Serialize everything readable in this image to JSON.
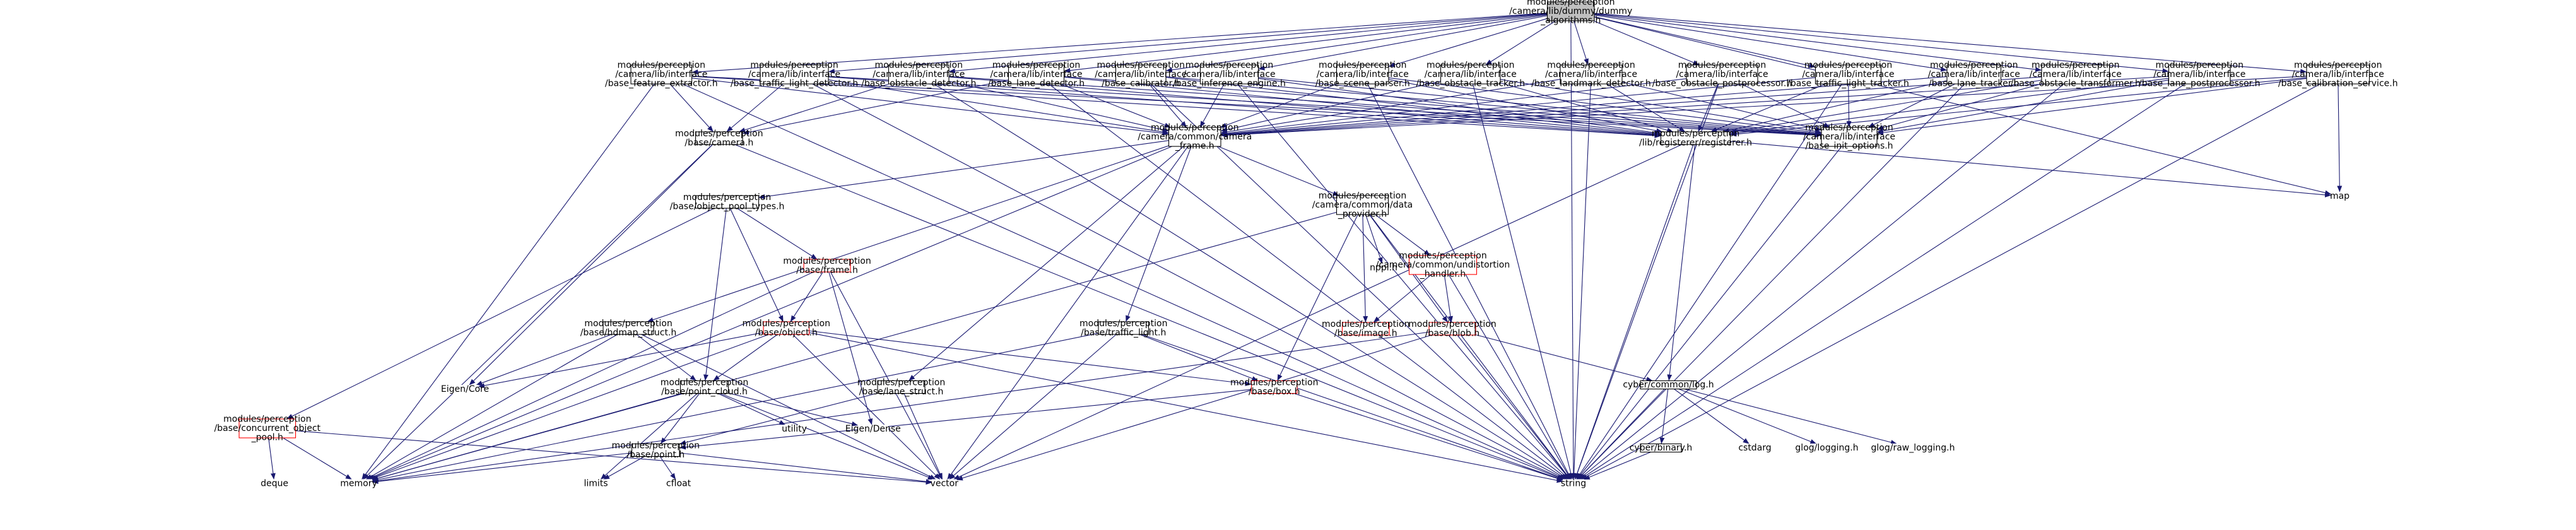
{
  "graph": {
    "colors": {
      "edge": "#191970",
      "node_border": "#000000",
      "node_border_red": "#ff0000",
      "root_fill": "#bfbfbf",
      "node_fill": "#ffffff",
      "node_text": "#000000"
    },
    "nodes": [
      {
        "id": "root",
        "lines": [
          "modules/perception",
          "/camera/lib/dummy/dummy",
          "_algorithms.h"
        ],
        "style": "root"
      },
      {
        "id": "feat",
        "lines": [
          "modules/perception",
          "/camera/lib/interface",
          "/base_feature_extractor.h"
        ],
        "style": "normal"
      },
      {
        "id": "tld",
        "lines": [
          "modules/perception",
          "/camera/lib/interface",
          "/base_traffic_light_detector.h"
        ],
        "style": "normal"
      },
      {
        "id": "obsdet",
        "lines": [
          "modules/perception",
          "/camera/lib/interface",
          "/base_obstacle_detector.h"
        ],
        "style": "normal"
      },
      {
        "id": "lanedet",
        "lines": [
          "modules/perception",
          "/camera/lib/interface",
          "/base_lane_detector.h"
        ],
        "style": "normal"
      },
      {
        "id": "calib",
        "lines": [
          "modules/perception",
          "/camera/lib/interface",
          "/base_calibrator.h"
        ],
        "style": "normal"
      },
      {
        "id": "infer",
        "lines": [
          "modules/perception",
          "/camera/lib/interface",
          "/base_inference_engine.h"
        ],
        "style": "normal"
      },
      {
        "id": "scene",
        "lines": [
          "modules/perception",
          "/camera/lib/interface",
          "/base_scene_parser.h"
        ],
        "style": "normal"
      },
      {
        "id": "obstrk",
        "lines": [
          "modules/perception",
          "/camera/lib/interface",
          "/base_obstacle_tracker.h"
        ],
        "style": "normal"
      },
      {
        "id": "lmk",
        "lines": [
          "modules/perception",
          "/camera/lib/interface",
          "/base_landmark_detector.h"
        ],
        "style": "normal"
      },
      {
        "id": "obspost",
        "lines": [
          "modules/perception",
          "/camera/lib/interface",
          "/base_obstacle_postprocessor.h"
        ],
        "style": "normal"
      },
      {
        "id": "tltrk",
        "lines": [
          "modules/perception",
          "/camera/lib/interface",
          "/base_traffic_light_tracker.h"
        ],
        "style": "normal"
      },
      {
        "id": "lanetrk",
        "lines": [
          "modules/perception",
          "/camera/lib/interface",
          "/base_lane_tracker.h"
        ],
        "style": "normal"
      },
      {
        "id": "obstrans",
        "lines": [
          "modules/perception",
          "/camera/lib/interface",
          "/base_obstacle_transformer.h"
        ],
        "style": "normal"
      },
      {
        "id": "lanepost",
        "lines": [
          "modules/perception",
          "/camera/lib/interface",
          "/base_lane_postprocessor.h"
        ],
        "style": "normal"
      },
      {
        "id": "calsvc",
        "lines": [
          "modules/perception",
          "/camera/lib/interface",
          "/base_calibration_service.h"
        ],
        "style": "normal"
      },
      {
        "id": "basecam",
        "lines": [
          "modules/perception",
          "/base/camera.h"
        ],
        "style": "normal"
      },
      {
        "id": "camframe",
        "lines": [
          "modules/perception",
          "/camera/common/camera",
          "_frame.h"
        ],
        "style": "normal"
      },
      {
        "id": "registerer",
        "lines": [
          "modules/perception",
          "/lib/registerer/registerer.h"
        ],
        "style": "normal"
      },
      {
        "id": "initopt",
        "lines": [
          "modules/perception",
          "/camera/lib/interface",
          "/base_init_options.h"
        ],
        "style": "normal"
      },
      {
        "id": "objpool",
        "lines": [
          "modules/perception",
          "/base/object_pool_types.h"
        ],
        "style": "normal"
      },
      {
        "id": "dataprov",
        "lines": [
          "modules/perception",
          "/camera/common/data",
          "_provider.h"
        ],
        "style": "normal"
      },
      {
        "id": "frame",
        "lines": [
          "modules/perception",
          "/base/frame.h"
        ],
        "style": "red"
      },
      {
        "id": "nppi",
        "lines": [
          "nppi.h"
        ],
        "style": "plain"
      },
      {
        "id": "undist",
        "lines": [
          "modules/perception",
          "/camera/common/undistortion",
          "_handler.h"
        ],
        "style": "red"
      },
      {
        "id": "hdmap",
        "lines": [
          "modules/perception",
          "/base/hdmap_struct.h"
        ],
        "style": "normal"
      },
      {
        "id": "object",
        "lines": [
          "modules/perception",
          "/base/object.h"
        ],
        "style": "red"
      },
      {
        "id": "tl",
        "lines": [
          "modules/perception",
          "/base/traffic_light.h"
        ],
        "style": "normal"
      },
      {
        "id": "image",
        "lines": [
          "modules/perception",
          "/base/image.h"
        ],
        "style": "red"
      },
      {
        "id": "blob",
        "lines": [
          "modules/perception",
          "/base/blob.h"
        ],
        "style": "red"
      },
      {
        "id": "eigencore",
        "lines": [
          "Eigen/Core"
        ],
        "style": "plain"
      },
      {
        "id": "ptcloud",
        "lines": [
          "modules/perception",
          "/base/point_cloud.h"
        ],
        "style": "normal"
      },
      {
        "id": "lanestruct",
        "lines": [
          "modules/perception",
          "/base/lane_struct.h"
        ],
        "style": "normal"
      },
      {
        "id": "box",
        "lines": [
          "modules/perception",
          "/base/box.h"
        ],
        "style": "red"
      },
      {
        "id": "log",
        "lines": [
          "cyber/common/log.h"
        ],
        "style": "normal"
      },
      {
        "id": "concpool",
        "lines": [
          "modules/perception",
          "/base/concurrent_object",
          "_pool.h"
        ],
        "style": "red"
      },
      {
        "id": "utility",
        "lines": [
          "utility"
        ],
        "style": "plain"
      },
      {
        "id": "eigendense",
        "lines": [
          "Eigen/Dense"
        ],
        "style": "plain"
      },
      {
        "id": "point",
        "lines": [
          "modules/perception",
          "/base/point.h"
        ],
        "style": "normal"
      },
      {
        "id": "binary",
        "lines": [
          "cyber/binary.h"
        ],
        "style": "normal"
      },
      {
        "id": "cstdarg",
        "lines": [
          "cstdarg"
        ],
        "style": "plain"
      },
      {
        "id": "glog",
        "lines": [
          "glog/logging.h"
        ],
        "style": "plain"
      },
      {
        "id": "rawlog",
        "lines": [
          "glog/raw_logging.h"
        ],
        "style": "plain"
      },
      {
        "id": "map",
        "lines": [
          "map"
        ],
        "style": "plain"
      },
      {
        "id": "limits",
        "lines": [
          "limits"
        ],
        "style": "plain"
      },
      {
        "id": "cfloat",
        "lines": [
          "cfloat"
        ],
        "style": "plain"
      },
      {
        "id": "deque",
        "lines": [
          "deque"
        ],
        "style": "plain"
      },
      {
        "id": "memory",
        "lines": [
          "memory"
        ],
        "style": "plain"
      },
      {
        "id": "vector",
        "lines": [
          "vector"
        ],
        "style": "plain"
      },
      {
        "id": "string",
        "lines": [
          "string"
        ],
        "style": "plain"
      }
    ],
    "edges": [
      [
        "root",
        "feat"
      ],
      [
        "root",
        "tld"
      ],
      [
        "root",
        "obsdet"
      ],
      [
        "root",
        "lanedet"
      ],
      [
        "root",
        "calib"
      ],
      [
        "root",
        "infer"
      ],
      [
        "root",
        "scene"
      ],
      [
        "root",
        "obstrk"
      ],
      [
        "root",
        "lmk"
      ],
      [
        "root",
        "obspost"
      ],
      [
        "root",
        "tltrk"
      ],
      [
        "root",
        "lanetrk"
      ],
      [
        "root",
        "obstrans"
      ],
      [
        "root",
        "lanepost"
      ],
      [
        "root",
        "calsvc"
      ],
      [
        "root",
        "map"
      ],
      [
        "root",
        "string"
      ],
      [
        "feat",
        "basecam"
      ],
      [
        "feat",
        "camframe"
      ],
      [
        "feat",
        "registerer"
      ],
      [
        "feat",
        "initopt"
      ],
      [
        "feat",
        "memory"
      ],
      [
        "feat",
        "string"
      ],
      [
        "tld",
        "basecam"
      ],
      [
        "tld",
        "camframe"
      ],
      [
        "tld",
        "registerer"
      ],
      [
        "tld",
        "initopt"
      ],
      [
        "tld",
        "string"
      ],
      [
        "obsdet",
        "basecam"
      ],
      [
        "obsdet",
        "camframe"
      ],
      [
        "obsdet",
        "registerer"
      ],
      [
        "obsdet",
        "initopt"
      ],
      [
        "obsdet",
        "string"
      ],
      [
        "lanedet",
        "basecam"
      ],
      [
        "lanedet",
        "camframe"
      ],
      [
        "lanedet",
        "registerer"
      ],
      [
        "lanedet",
        "initopt"
      ],
      [
        "lanedet",
        "string"
      ],
      [
        "calib",
        "camframe"
      ],
      [
        "calib",
        "registerer"
      ],
      [
        "calib",
        "initopt"
      ],
      [
        "calib",
        "string"
      ],
      [
        "infer",
        "camframe"
      ],
      [
        "infer",
        "registerer"
      ],
      [
        "infer",
        "initopt"
      ],
      [
        "infer",
        "string"
      ],
      [
        "scene",
        "camframe"
      ],
      [
        "scene",
        "registerer"
      ],
      [
        "scene",
        "initopt"
      ],
      [
        "scene",
        "string"
      ],
      [
        "obstrk",
        "camframe"
      ],
      [
        "obstrk",
        "registerer"
      ],
      [
        "obstrk",
        "initopt"
      ],
      [
        "obstrk",
        "string"
      ],
      [
        "lmk",
        "camframe"
      ],
      [
        "lmk",
        "registerer"
      ],
      [
        "lmk",
        "initopt"
      ],
      [
        "lmk",
        "string"
      ],
      [
        "obspost",
        "camframe"
      ],
      [
        "obspost",
        "registerer"
      ],
      [
        "obspost",
        "initopt"
      ],
      [
        "obspost",
        "string"
      ],
      [
        "tltrk",
        "camframe"
      ],
      [
        "tltrk",
        "registerer"
      ],
      [
        "tltrk",
        "initopt"
      ],
      [
        "tltrk",
        "string"
      ],
      [
        "lanetrk",
        "camframe"
      ],
      [
        "lanetrk",
        "registerer"
      ],
      [
        "lanetrk",
        "initopt"
      ],
      [
        "lanetrk",
        "string"
      ],
      [
        "obstrans",
        "camframe"
      ],
      [
        "obstrans",
        "registerer"
      ],
      [
        "obstrans",
        "initopt"
      ],
      [
        "obstrans",
        "string"
      ],
      [
        "lanepost",
        "camframe"
      ],
      [
        "lanepost",
        "registerer"
      ],
      [
        "lanepost",
        "initopt"
      ],
      [
        "lanepost",
        "string"
      ],
      [
        "calsvc",
        "camframe"
      ],
      [
        "calsvc",
        "registerer"
      ],
      [
        "calsvc",
        "initopt"
      ],
      [
        "calsvc",
        "map"
      ],
      [
        "calsvc",
        "string"
      ],
      [
        "basecam",
        "eigencore"
      ],
      [
        "basecam",
        "memory"
      ],
      [
        "basecam",
        "string"
      ],
      [
        "camframe",
        "objpool"
      ],
      [
        "camframe",
        "dataprov"
      ],
      [
        "camframe",
        "hdmap"
      ],
      [
        "camframe",
        "tl"
      ],
      [
        "camframe",
        "lanestruct"
      ],
      [
        "camframe",
        "memory"
      ],
      [
        "camframe",
        "vector"
      ],
      [
        "registerer",
        "map"
      ],
      [
        "registerer",
        "log"
      ],
      [
        "registerer",
        "string"
      ],
      [
        "registerer",
        "vector"
      ],
      [
        "initopt",
        "string"
      ],
      [
        "objpool",
        "frame"
      ],
      [
        "objpool",
        "object"
      ],
      [
        "objpool",
        "ptcloud"
      ],
      [
        "objpool",
        "concpool"
      ],
      [
        "dataprov",
        "nppi"
      ],
      [
        "dataprov",
        "undist"
      ],
      [
        "dataprov",
        "image"
      ],
      [
        "dataprov",
        "blob"
      ],
      [
        "dataprov",
        "box"
      ],
      [
        "dataprov",
        "memory"
      ],
      [
        "dataprov",
        "string"
      ],
      [
        "frame",
        "object"
      ],
      [
        "frame",
        "eigendense"
      ],
      [
        "frame",
        "memory"
      ],
      [
        "frame",
        "vector"
      ],
      [
        "undist",
        "image"
      ],
      [
        "undist",
        "blob"
      ],
      [
        "undist",
        "string"
      ],
      [
        "hdmap",
        "eigencore"
      ],
      [
        "hdmap",
        "ptcloud"
      ],
      [
        "hdmap",
        "memory"
      ],
      [
        "hdmap",
        "vector"
      ],
      [
        "object",
        "eigencore"
      ],
      [
        "object",
        "ptcloud"
      ],
      [
        "object",
        "box"
      ],
      [
        "object",
        "memory"
      ],
      [
        "object",
        "vector"
      ],
      [
        "object",
        "string"
      ],
      [
        "tl",
        "box"
      ],
      [
        "tl",
        "memory"
      ],
      [
        "tl",
        "vector"
      ],
      [
        "tl",
        "string"
      ],
      [
        "blob",
        "log"
      ],
      [
        "blob",
        "memory"
      ],
      [
        "blob",
        "vector"
      ],
      [
        "blob",
        "string"
      ],
      [
        "ptcloud",
        "point"
      ],
      [
        "ptcloud",
        "utility"
      ],
      [
        "ptcloud",
        "eigendense"
      ],
      [
        "ptcloud",
        "memory"
      ],
      [
        "ptcloud",
        "vector"
      ],
      [
        "ptcloud",
        "limits"
      ],
      [
        "lanestruct",
        "point"
      ],
      [
        "lanestruct",
        "vector"
      ],
      [
        "box",
        "point"
      ],
      [
        "box",
        "string"
      ],
      [
        "log",
        "binary"
      ],
      [
        "log",
        "cstdarg"
      ],
      [
        "log",
        "glog"
      ],
      [
        "log",
        "rawlog"
      ],
      [
        "log",
        "string"
      ],
      [
        "concpool",
        "deque"
      ],
      [
        "concpool",
        "memory"
      ],
      [
        "concpool",
        "vector"
      ],
      [
        "point",
        "cfloat"
      ],
      [
        "point",
        "limits"
      ],
      [
        "point",
        "memory"
      ],
      [
        "point",
        "vector"
      ],
      [
        "binary",
        "string"
      ]
    ]
  }
}
